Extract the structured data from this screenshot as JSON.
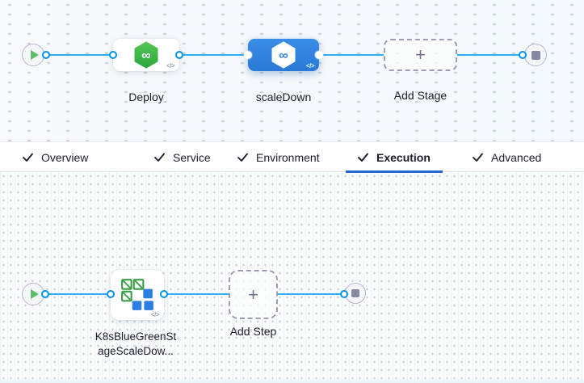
{
  "stage_pipeline": {
    "stages": [
      {
        "label": "Deploy",
        "selected": false,
        "icon": "cd-hexagon-infinity"
      },
      {
        "label": "scaleDown",
        "selected": true,
        "icon": "cd-hexagon-infinity"
      }
    ],
    "add_stage_label": "Add Stage"
  },
  "tab_bar": {
    "tabs": [
      {
        "label": "Overview",
        "checked": true,
        "active": false
      },
      {
        "label": "Service",
        "checked": true,
        "active": false
      },
      {
        "label": "Environment",
        "checked": true,
        "active": false
      },
      {
        "label": "Execution",
        "checked": true,
        "active": true
      },
      {
        "label": "Advanced",
        "checked": true,
        "active": false
      }
    ]
  },
  "step_pipeline": {
    "step": {
      "label_line1": "K8sBlueGreenSt",
      "label_line2": "ageScaleDow...",
      "icon": "k8s-blue-green-scale-down"
    },
    "add_step_label": "Add Step"
  },
  "icons": {
    "code_glyph": "</>",
    "plus_glyph": "+",
    "infinity_glyph": "∞"
  },
  "colors": {
    "connector_blue": "#2bafef",
    "conn_point_blue": "#0094ea",
    "selected_stage_blue": "#2f82dd",
    "cd_green": "#3fb24a",
    "k8s_green": "#3a9e44",
    "k8s_blue": "#2b7de0",
    "tab_underline_blue": "#2566cf",
    "play_green": "#5fbc68",
    "stop_gray": "#868AA0"
  }
}
